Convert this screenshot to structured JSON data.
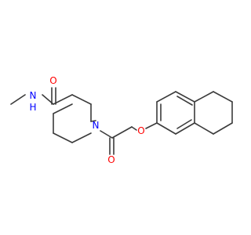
{
  "molecule": {
    "atoms": {
      "O_amide": "O",
      "N_amide": "N",
      "H_amide": "H",
      "N_ring": "N",
      "O_ketone": "O",
      "O_ether": "O"
    },
    "colors": {
      "bond": "#3b3b3b",
      "oxygen": "#ff0000",
      "nitrogen": "#0000ff"
    }
  }
}
